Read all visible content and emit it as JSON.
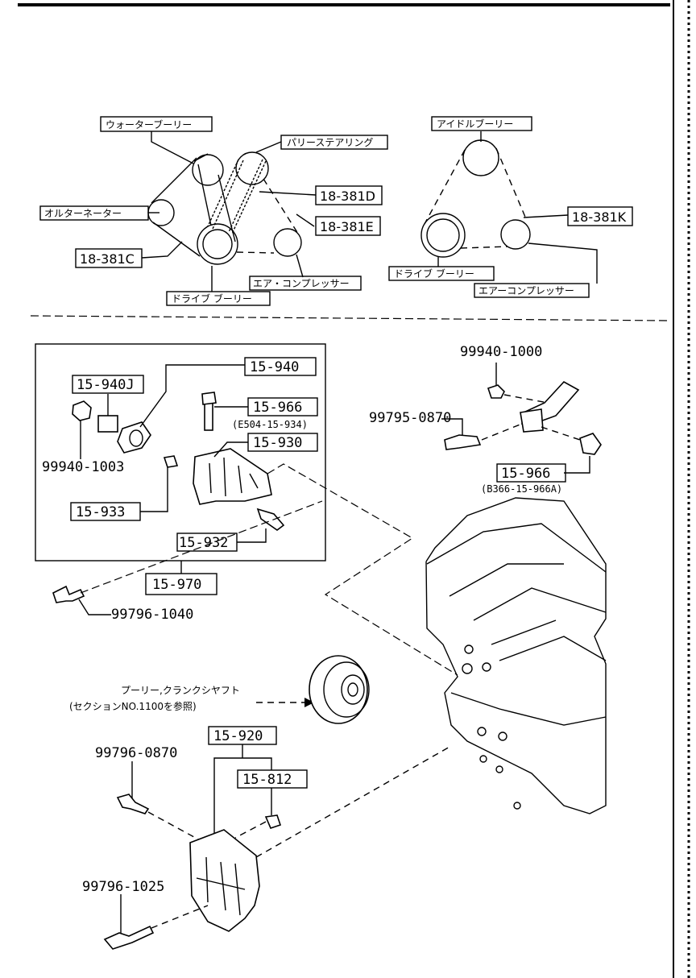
{
  "belt_diagram_left": {
    "labels": {
      "water_pump_pulley": "ウォーターブーリー",
      "power_steering_pulley": "パリーステアリング",
      "alternator": "オルターネーター",
      "drive_pulley": "ドライブ ブーリー",
      "ac_compressor": "エア・コンプレッサー"
    },
    "parts": {
      "belt_d": "18-381D",
      "belt_e": "18-381E",
      "belt_c": "18-381C"
    }
  },
  "belt_diagram_right": {
    "labels": {
      "idler_pulley": "アイドルブーリー",
      "drive_pulley": "ドライブ ブーリー",
      "ac_compressor": "エアーコンプレッサー"
    },
    "parts": {
      "belt_k": "18-381K"
    }
  },
  "bracket_section": {
    "parts": {
      "p15_940": "15-940",
      "p15_940j": "15-940J",
      "p15_966": "15-966",
      "p15_966_note": "(E504-15-934)",
      "p15_930": "15-930",
      "p15_933": "15-933",
      "p15_932": "15-932",
      "p15_970": "15-970"
    },
    "fasteners": {
      "nut_99940_1003": "99940-1003",
      "bolt_99796_1040": "99796-1040"
    }
  },
  "right_bracket_section": {
    "fasteners": {
      "nut_99940_1000": "99940-1000",
      "bolt_99795_0870": "99795-0870"
    },
    "parts": {
      "p15_966": "15-966",
      "p15_966_note": "(B366-15-966A)"
    }
  },
  "lower_section": {
    "pulley_note_line1": "プーリー,クランクシヤフト",
    "pulley_note_line2": "(セクションNO.1100を参照)",
    "parts": {
      "p15_920": "15-920",
      "p15_812": "15-812"
    },
    "fasteners": {
      "bolt_99796_0870": "99796-0870",
      "bolt_99796_1025": "99796-1025"
    }
  }
}
